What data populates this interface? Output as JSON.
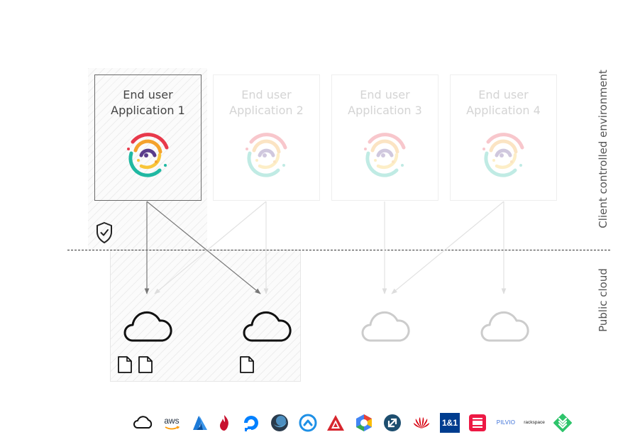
{
  "apps": [
    {
      "line1": "End user",
      "line2": "Application 1",
      "active": true
    },
    {
      "line1": "End user",
      "line2": "Application 2",
      "active": false
    },
    {
      "line1": "End user",
      "line2": "Application 3",
      "active": false
    },
    {
      "line1": "End user",
      "line2": "Application 4",
      "active": false
    }
  ],
  "labels": {
    "client_env": "Client controlled environment",
    "public_cloud": "Public cloud"
  },
  "providers": [
    {
      "icon": "cloud-outline-icon",
      "text": ""
    },
    {
      "icon": "aws-icon",
      "text": "aws"
    },
    {
      "icon": "azure-icon",
      "text": ""
    },
    {
      "icon": "oracle-flame-icon",
      "text": ""
    },
    {
      "icon": "digitalocean-icon",
      "text": ""
    },
    {
      "icon": "linode-icon",
      "text": ""
    },
    {
      "icon": "arrow-circle-icon",
      "text": ""
    },
    {
      "icon": "triangle-logo-icon",
      "text": ""
    },
    {
      "icon": "google-cloud-icon",
      "text": ""
    },
    {
      "icon": "blue-circle-logo-icon",
      "text": ""
    },
    {
      "icon": "huawei-icon",
      "text": ""
    },
    {
      "icon": "ionos-icon",
      "text": "1&1"
    },
    {
      "icon": "openstack-icon",
      "text": ""
    },
    {
      "icon": "plivo-icon",
      "text": "PILVIO"
    },
    {
      "icon": "rackspace-icon",
      "text": "rackspace"
    },
    {
      "icon": "green-diamond-logo-icon",
      "text": ""
    }
  ],
  "colors": {
    "red": "#e8394b",
    "orange": "#f4a22c",
    "yellow": "#f8c53a",
    "purple": "#5a3d8c",
    "teal": "#1fb8a2",
    "aws_orange": "#ff9900",
    "azure_blue": "#1c7ad8",
    "do_blue": "#0080ff",
    "huawei_red": "#d7000f",
    "ionos_navy": "#003d8f",
    "openstack_red": "#ed1944",
    "plivo_blue": "#3a6fd8",
    "green": "#2ec46b"
  }
}
